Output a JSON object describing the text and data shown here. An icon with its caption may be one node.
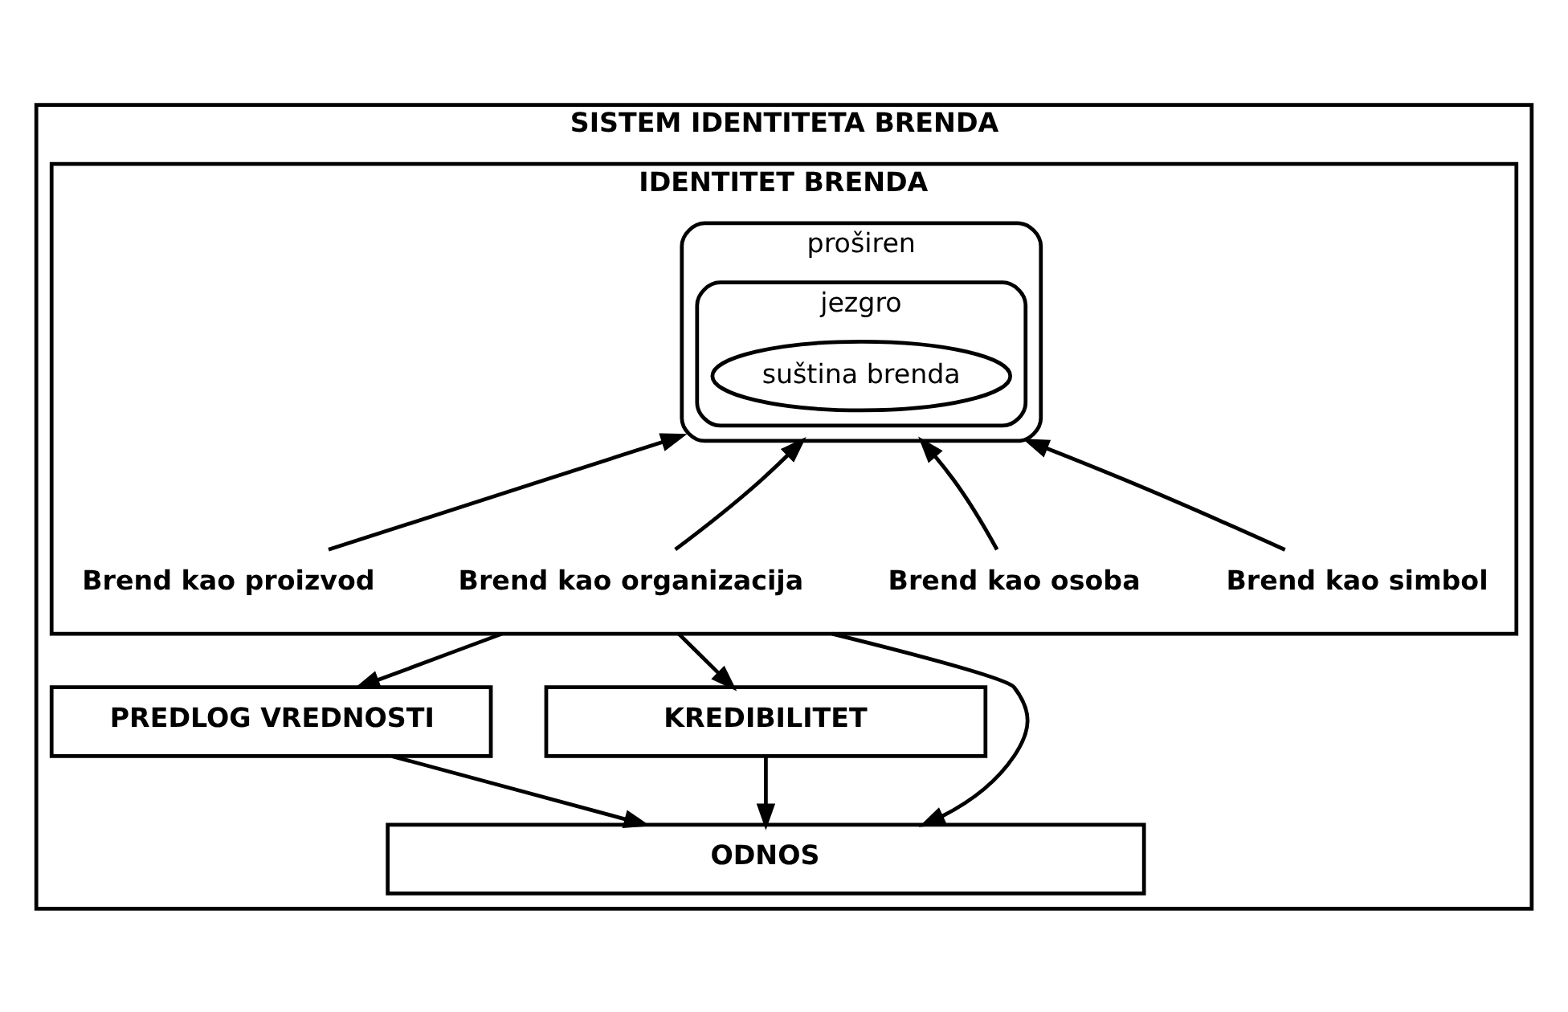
{
  "diagram": {
    "nodes": [
      {
        "text": [
          "SISTEM IDENTITETA BRENDA"
        ]
      },
      {
        "text": [
          "IDENTITET BRENDA"
        ],
        "in": 0
      },
      {
        "text": [
          "proširen"
        ],
        "in": 1
      },
      {
        "text": [
          "jezgro"
        ],
        "in": 2
      },
      {
        "text": [
          "suština brenda"
        ],
        "in": 3
      },
      {
        "text": [
          "Brend kao proizvod"
        ],
        "in": 1
      },
      {
        "text": [
          "Brend kao organizacija"
        ],
        "in": 1
      },
      {
        "text": [
          "Brend kao osoba"
        ],
        "in": 1
      },
      {
        "text": [
          "Brend kao simbol"
        ],
        "in": 1
      },
      {
        "text": [
          "PREDLOG VREDNOSTI"
        ],
        "in": 0
      },
      {
        "text": [
          "KREDIBILITET"
        ],
        "in": 0
      },
      {
        "text": [
          "ODNOS"
        ],
        "in": 0
      }
    ],
    "edges": [
      {
        "from": 5,
        "to": 2,
        "arrow": "to"
      },
      {
        "from": 6,
        "to": 2,
        "arrow": "to"
      },
      {
        "from": 7,
        "to": 2,
        "arrow": "to"
      },
      {
        "from": 8,
        "to": 2,
        "arrow": "to"
      },
      {
        "from": 1,
        "to": 9,
        "arrow": "to"
      },
      {
        "from": 1,
        "to": 11,
        "arrow": "to"
      },
      {
        "from": 1,
        "to": 10,
        "arrow": "to"
      },
      {
        "from": 9,
        "to": 11,
        "arrow": "to"
      },
      {
        "from": 10,
        "to": 11,
        "arrow": "to"
      }
    ]
  }
}
